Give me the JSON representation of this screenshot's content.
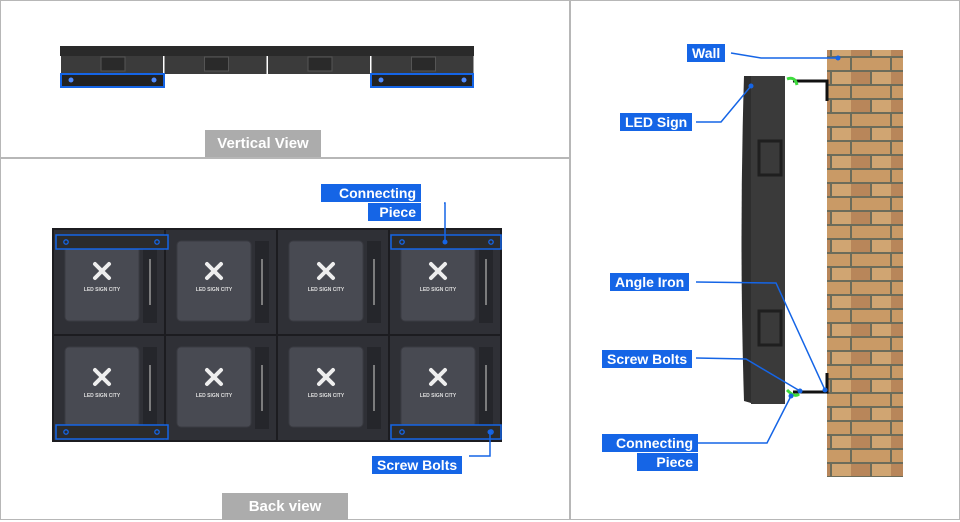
{
  "panels": {
    "vertical_view": {
      "caption": "Vertical View"
    },
    "back_view": {
      "caption": "Back view",
      "labels": {
        "connecting_piece_line1": "Connecting",
        "connecting_piece_line2": "Piece",
        "screw_bolts": "Screw Bolts"
      },
      "panel_logo_text": "LED SIGN CITY",
      "cabinet_rows": 2,
      "cabinet_cols": 4
    },
    "side_view": {
      "labels": {
        "wall": "Wall",
        "led_sign": "LED Sign",
        "angle_iron": "Angle Iron",
        "screw_bolts": "Screw Bolts",
        "connecting_piece_line1": "Connecting",
        "connecting_piece_line2": "Piece"
      }
    }
  },
  "colors": {
    "label_blue": "#1565e6",
    "caption_gray": "#acacac",
    "cabinet_dark": "#3c3c44",
    "brick": "#c99a66",
    "mortar": "#6c6c5a",
    "highlight_green": "#3ddc3d"
  }
}
